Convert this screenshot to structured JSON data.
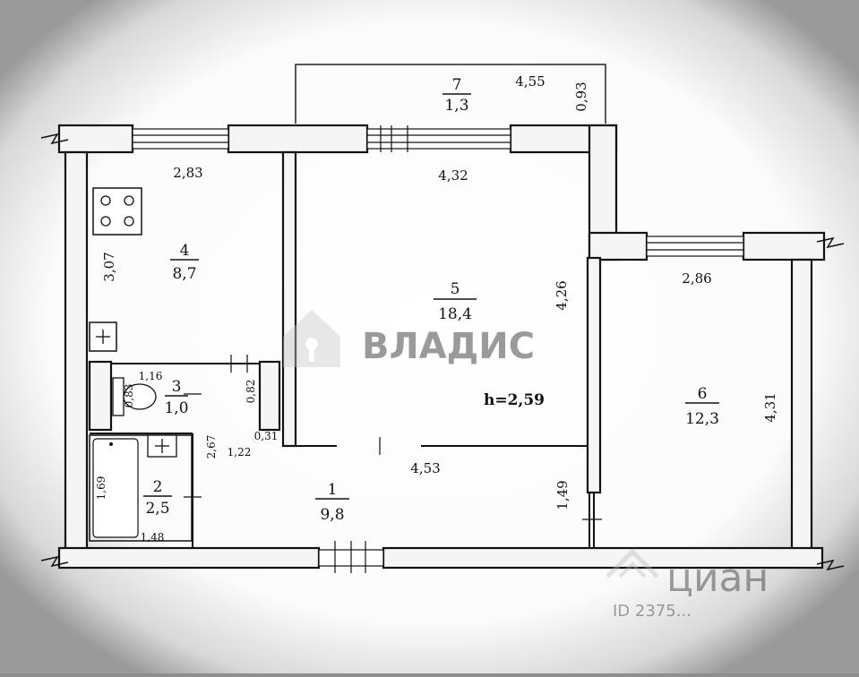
{
  "plan": {
    "height_label": "h=2,59",
    "rooms": [
      {
        "id": "room-1",
        "number": "1",
        "area": "9,8"
      },
      {
        "id": "room-2",
        "number": "2",
        "area": "2,5"
      },
      {
        "id": "room-3",
        "number": "3",
        "area": "1,0"
      },
      {
        "id": "room-4",
        "number": "4",
        "area": "8,7"
      },
      {
        "id": "room-5",
        "number": "5",
        "area": "18,4"
      },
      {
        "id": "room-6",
        "number": "6",
        "area": "12,3"
      },
      {
        "id": "room-7",
        "number": "7",
        "area": "1,3"
      }
    ],
    "dimensions": {
      "kitchen_width": "2,83",
      "kitchen_depth": "3,07",
      "living_width": "4,32",
      "living_depth": "4,26",
      "bedroom_width": "2,86",
      "bedroom_depth": "4,31",
      "balcony_length": "4,55",
      "balcony_depth": "0,93",
      "hall_width": "4,53",
      "hall_depth": "1,49",
      "corridor_depth": "2,67",
      "corridor_width": "1,22",
      "wc_width": "1,16",
      "wc_depth": "0,83",
      "wc_door": "0,82",
      "wall_gap": "0,31",
      "bath_depth": "1,69",
      "bath_width": "1,48"
    }
  },
  "watermarks": {
    "brand": "ВЛАДИС",
    "site": "циан",
    "site_id": "ID 2375..."
  }
}
